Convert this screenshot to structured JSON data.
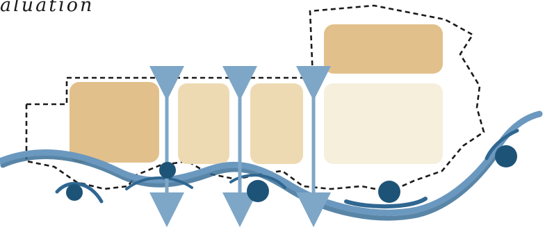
{
  "title_fragment": "aluation",
  "colors": {
    "outline": "#1a1a1a",
    "arrow": "#7ea6c7",
    "wave": "#6b98bf",
    "wave_shadow": "#2f6791",
    "dot": "#1d5377",
    "block_tan": "#e2c08c",
    "block_light": "#eedab2",
    "block_pale": "#f5efdc"
  },
  "shapes": [
    {
      "name": "top-right-block",
      "fill": "block_tan"
    },
    {
      "name": "left-block",
      "fill": "block_tan"
    },
    {
      "name": "middle-left-block",
      "fill": "block_light"
    },
    {
      "name": "middle-right-block",
      "fill": "block_light"
    },
    {
      "name": "right-block",
      "fill": "block_pale"
    }
  ]
}
